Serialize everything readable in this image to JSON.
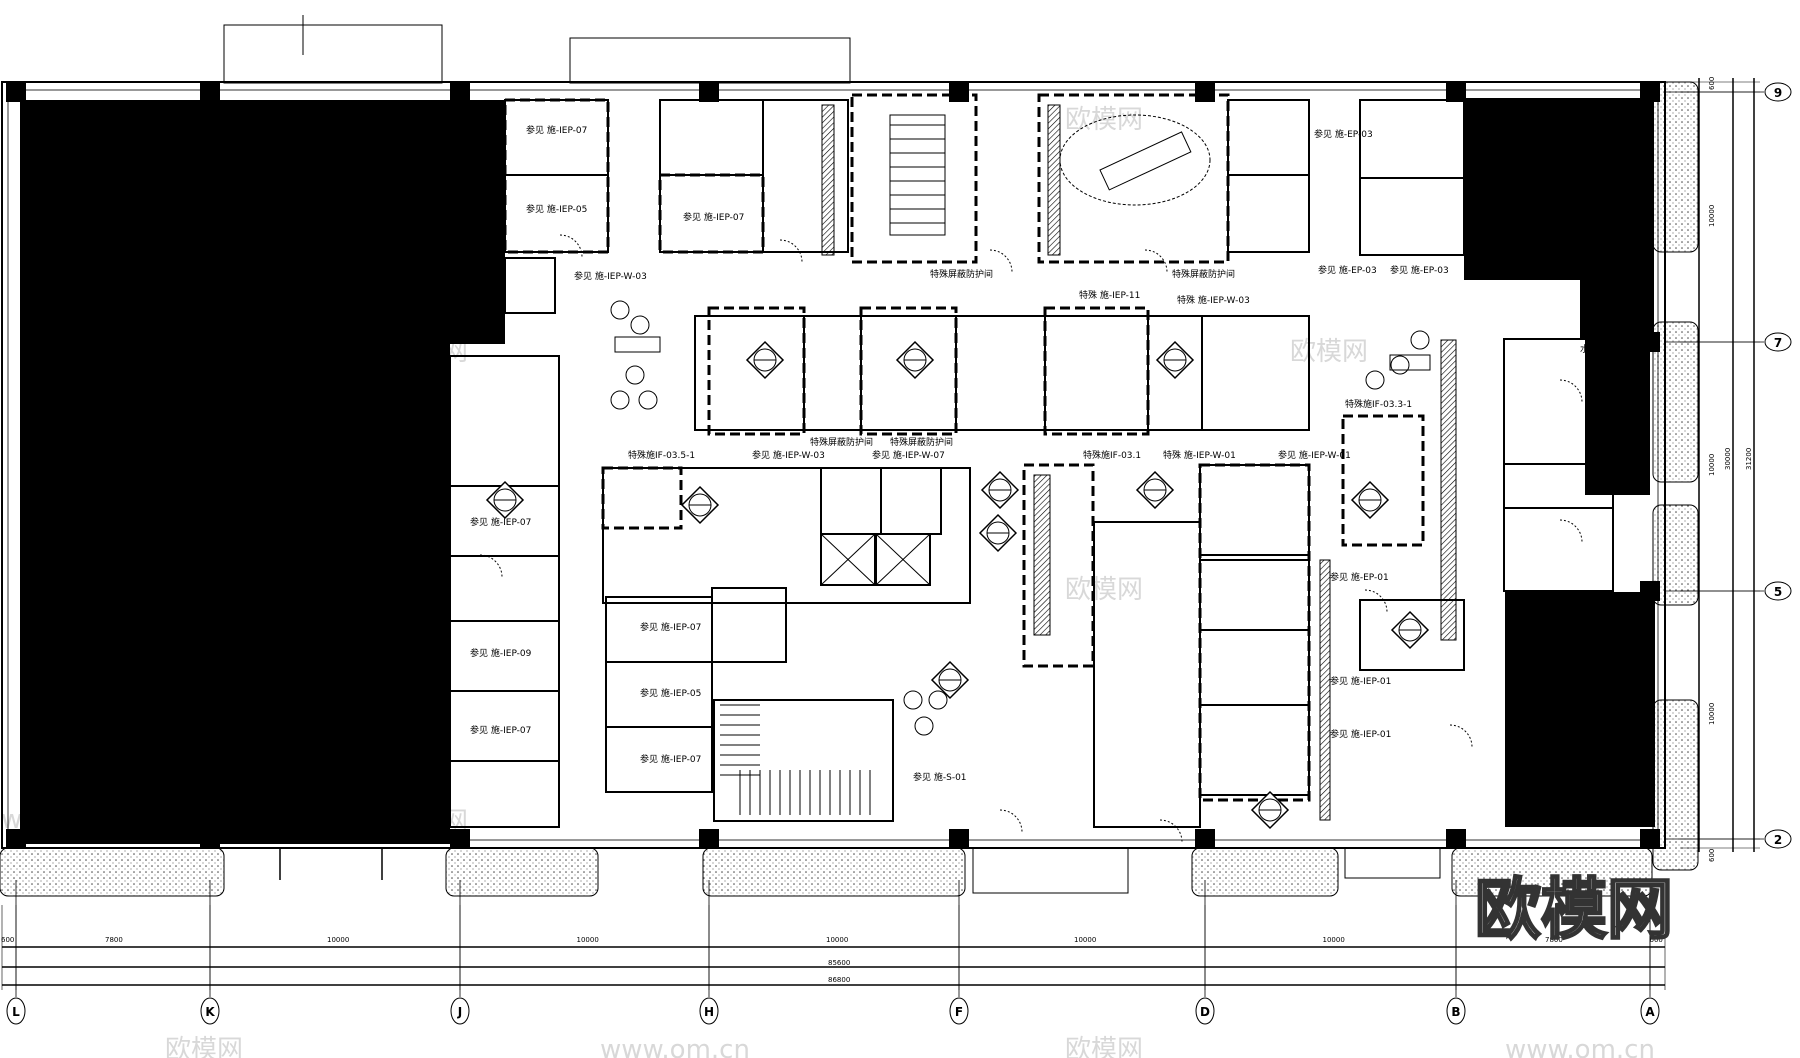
{
  "drawing": {
    "column_axes": [
      "L",
      "K",
      "J",
      "H",
      "F",
      "D",
      "B",
      "A"
    ],
    "row_axes": [
      "9",
      "7",
      "5",
      "2"
    ],
    "horizontal_dimensions": [
      "600",
      "7800",
      "10000",
      "10000",
      "10000",
      "10000",
      "10000",
      "7800",
      "600"
    ],
    "horizontal_totals": [
      "85600",
      "86800"
    ],
    "vertical_dimensions": [
      "600",
      "10000",
      "10000",
      "10000",
      "600"
    ],
    "vertical_totals": [
      "30000",
      "31200"
    ],
    "room_labels": [
      "参见 施-IEP-07",
      "参见 施-IEP-05",
      "参见 施-IEP-07",
      "参见 施-IEP-W-03",
      "特殊屏蔽防护间",
      "特殊屏蔽防护间",
      "参见 施-EP-03",
      "参见 施-EP-03",
      "参见 施-EP-03",
      "特殊 施-IEP-11",
      "特殊 施-IEP-W-03",
      "特殊屏蔽防护间",
      "特殊屏蔽防护间",
      "特殊施IF-03.5-1",
      "参见 施-IEP-W-03",
      "参见 施-IEP-W-07",
      "特殊施IF-03.1",
      "特殊 施-IEP-W-01",
      "参见 施-IEP-W-01",
      "特殊施IF-03.3-1",
      "参见 施-IEP-07",
      "参见 施-IEP-09",
      "参见 施-IEP-07",
      "参见 施-IEP-07",
      "参见 施-IEP-05",
      "参见 施-IEP-07",
      "参见 施-S-01",
      "参见 施-EP-01",
      "参见 施-IEP-01",
      "参见 施-IEP-01",
      "水井"
    ],
    "watermark_logo": "欧模网",
    "watermark_url": "www.om.cn"
  },
  "colors": {
    "line": "#000000",
    "fill_solid": "#000000",
    "planting": "#bdbdbd",
    "watermark": "#d8d8d8"
  }
}
